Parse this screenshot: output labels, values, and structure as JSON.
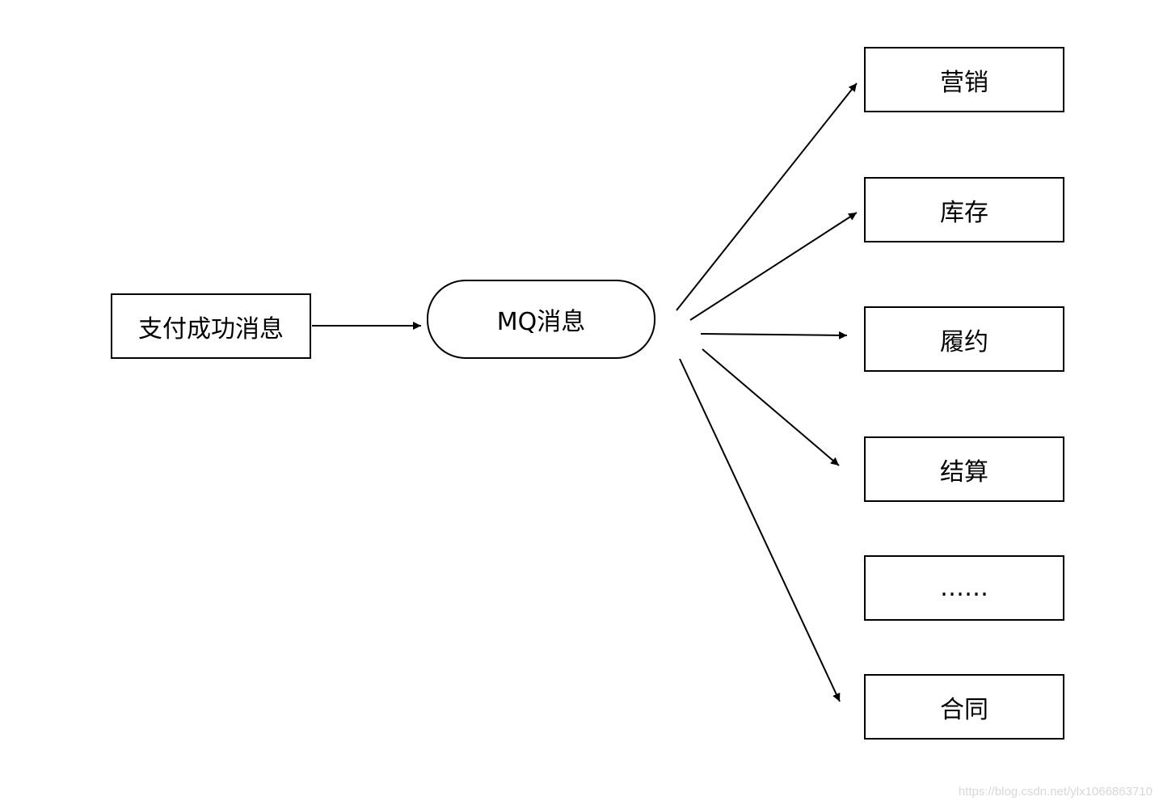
{
  "diagram": {
    "source": {
      "label": "支付成功消息"
    },
    "hub": {
      "label": "MQ消息"
    },
    "consumers": [
      {
        "label": "营销"
      },
      {
        "label": "库存"
      },
      {
        "label": "履约"
      },
      {
        "label": "结算"
      },
      {
        "label": "……"
      },
      {
        "label": "合同"
      }
    ]
  },
  "watermark": "https://blog.csdn.net/ylx1066863710",
  "colors": {
    "stroke": "#000000",
    "background": "#ffffff",
    "watermark": "#d8d8d8"
  }
}
